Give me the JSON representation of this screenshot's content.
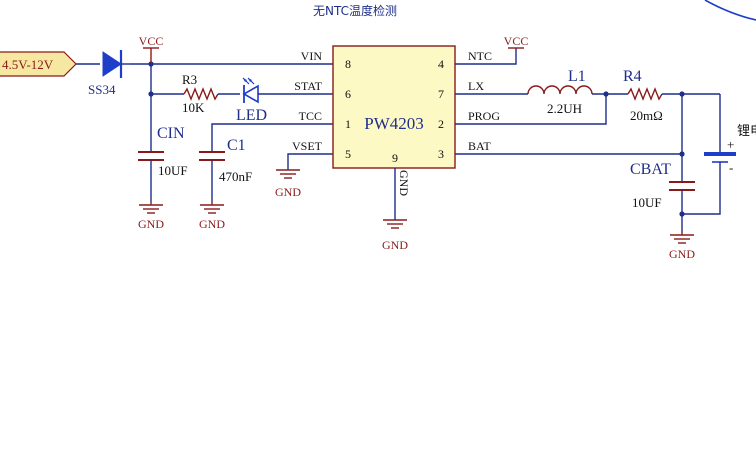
{
  "title": "无NTC温度检测",
  "input_port": "4.5V-12V",
  "ic": {
    "name": "PW4203",
    "left_pins": [
      {
        "num": "8",
        "label": "VIN"
      },
      {
        "num": "6",
        "label": "STAT"
      },
      {
        "num": "1",
        "label": "TCC"
      },
      {
        "num": "5",
        "label": "VSET"
      }
    ],
    "right_pins": [
      {
        "num": "4",
        "label": "NTC"
      },
      {
        "num": "7",
        "label": "LX"
      },
      {
        "num": "2",
        "label": "PROG"
      },
      {
        "num": "3",
        "label": "BAT"
      }
    ],
    "bottom_pin": {
      "num": "9",
      "label": "GND"
    }
  },
  "power": {
    "vcc": "VCC",
    "gnd": "GND"
  },
  "components": {
    "diode": {
      "ref": "SS34"
    },
    "r3": {
      "ref": "R3",
      "value": "10K"
    },
    "led": {
      "ref": "LED"
    },
    "cin": {
      "ref": "CIN",
      "value": "10UF"
    },
    "c1": {
      "ref": "C1",
      "value": "470nF"
    },
    "l1": {
      "ref": "L1",
      "value": "2.2UH"
    },
    "r4": {
      "ref": "R4",
      "value": "20mΩ"
    },
    "cbat": {
      "ref": "CBAT",
      "value": "10UF"
    },
    "battery": {
      "label": "锂电",
      "plus": "+",
      "minus": "-"
    }
  }
}
